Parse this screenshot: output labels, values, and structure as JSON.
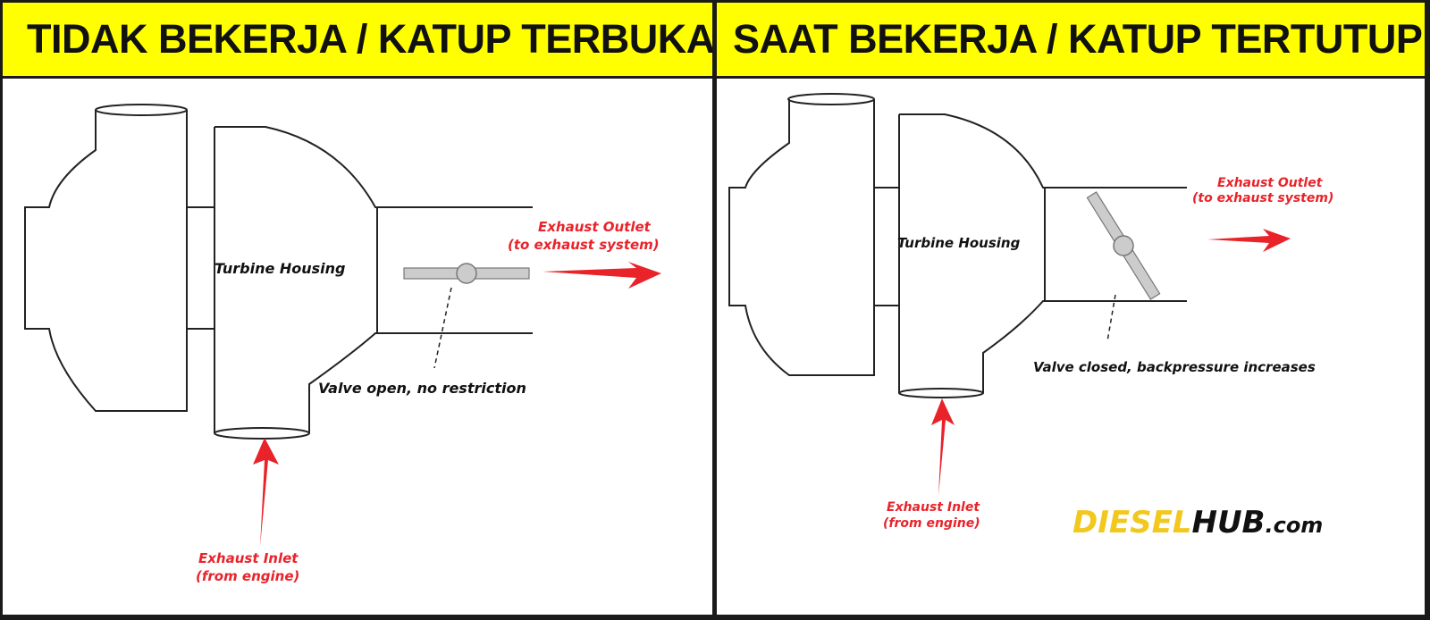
{
  "left_panel": {
    "title": "TIDAK BEKERJA / KATUP TERBUKA",
    "turbine_label": "Turbine Housing",
    "outlet_label_line1": "Exhaust Outlet",
    "outlet_label_line2": "(to exhaust system)",
    "inlet_label_line1": "Exhaust Inlet",
    "inlet_label_line2": "(from engine)",
    "valve_label": "Valve open, no restriction"
  },
  "right_panel": {
    "title": "SAAT BEKERJA / KATUP TERTUTUP",
    "turbine_label": "Turbine Housing",
    "outlet_label_line1": "Exhaust Outlet",
    "outlet_label_line2": "(to exhaust system)",
    "inlet_label_line1": "Exhaust Inlet",
    "inlet_label_line2": "(from engine)",
    "valve_label": "Valve closed, backpressure increases",
    "logo_part1": "DIESEL",
    "logo_part2": "HUB",
    "logo_part3": ".com"
  },
  "colors": {
    "header_bg": "#ffff00",
    "arrow_red": "#e8232a",
    "logo_yellow": "#f2c81e",
    "valve_gray": "#cccccc"
  }
}
